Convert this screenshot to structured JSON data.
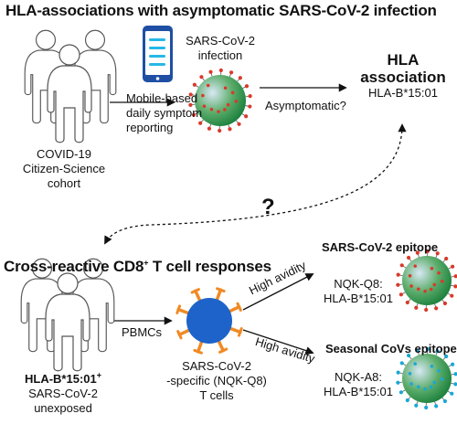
{
  "colors": {
    "virus_sars_gradient": [
      "#cfe3f2",
      "#1a8a3e"
    ],
    "virus_sars_spike": "#d83a2a",
    "virus_seasonal_gradient": [
      "#cfe3f2",
      "#1a8a3e"
    ],
    "virus_seasonal_spike": "#1aa7d6",
    "tcell_body": "#1d63c9",
    "tcell_receptor": "#f08a24",
    "phone_body": "#1e4fa3",
    "phone_line": "#26b8e6"
  },
  "icons": [
    "people-group-icon",
    "phone-icon",
    "virus-icon",
    "t-cell-icon",
    "arrow-icon"
  ],
  "top": {
    "title": "HLA-associations with asymptomatic SARS-CoV-2 infection",
    "cohort_line1": "COVID-19",
    "cohort_line2": "Citizen-Science",
    "cohort_line3": "cohort",
    "reporting_line1": "Mobile-based",
    "reporting_line2": "daily symptom",
    "reporting_line3": "reporting",
    "infection_line1": "SARS-CoV-2",
    "infection_line2": "infection",
    "arrow_label": "Asymptomatic?",
    "association_line1": "HLA",
    "association_line2": "association",
    "association_allele": "HLA-B*15:01"
  },
  "middle": {
    "question": "?"
  },
  "bottom": {
    "title_main": "Cross-reactive CD8",
    "title_sup": "+",
    "title_rest": " T cell responses",
    "donor_allele": "HLA-B*15:01",
    "donor_allele_sup": "+",
    "donor_line2": "SARS-CoV-2",
    "donor_line3": "unexposed",
    "pbmc_label": "PBMCs",
    "tcell_line1": "SARS-CoV-2",
    "tcell_line2": "-specific (NQK-Q8)",
    "tcell_line3": "T cells",
    "avidity_upper": "High avidity",
    "avidity_lower": "High avidity",
    "epitope1_title": "SARS-CoV-2 epitope",
    "epitope1_line1": "NQK-Q8:",
    "epitope1_line2": "HLA-B*15:01",
    "epitope2_title": "Seasonal CoVs epitope",
    "epitope2_line1": "NQK-A8:",
    "epitope2_line2": "HLA-B*15:01"
  }
}
